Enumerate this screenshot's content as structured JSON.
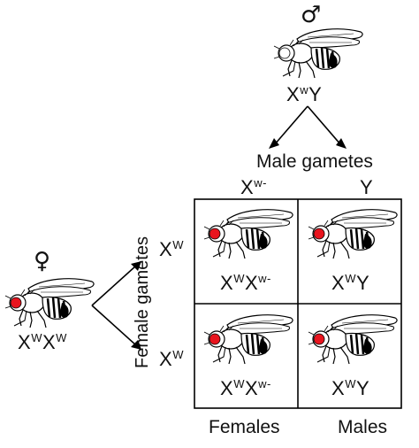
{
  "male": {
    "symbol": "♂",
    "genotype": {
      "base1": "X",
      "allele1": "w",
      "base2": "Y"
    }
  },
  "female": {
    "symbol": "♀",
    "genotype": {
      "base1": "X",
      "allele1": "W",
      "base2": "X",
      "allele2": "W"
    }
  },
  "male_gametes_label": "Male gametes",
  "female_gametes_label": "Female gametes",
  "columns": [
    {
      "base": "X",
      "allele": "w-"
    },
    {
      "base": "Y",
      "allele": ""
    }
  ],
  "rows": [
    {
      "base": "X",
      "allele": "W"
    },
    {
      "base": "X",
      "allele": "W"
    }
  ],
  "cells": [
    {
      "base1": "X",
      "allele1": "W",
      "base2": "X",
      "allele2": "w-"
    },
    {
      "base1": "X",
      "allele1": "W",
      "base2": "Y",
      "allele2": ""
    },
    {
      "base1": "X",
      "allele1": "W",
      "base2": "X",
      "allele2": "w-"
    },
    {
      "base1": "X",
      "allele1": "W",
      "base2": "Y",
      "allele2": ""
    }
  ],
  "footer": {
    "left": "Females",
    "right": "Males"
  },
  "colors": {
    "red_eye": "#e8141e",
    "white_eye": "#ffffff",
    "line": "#000000"
  }
}
